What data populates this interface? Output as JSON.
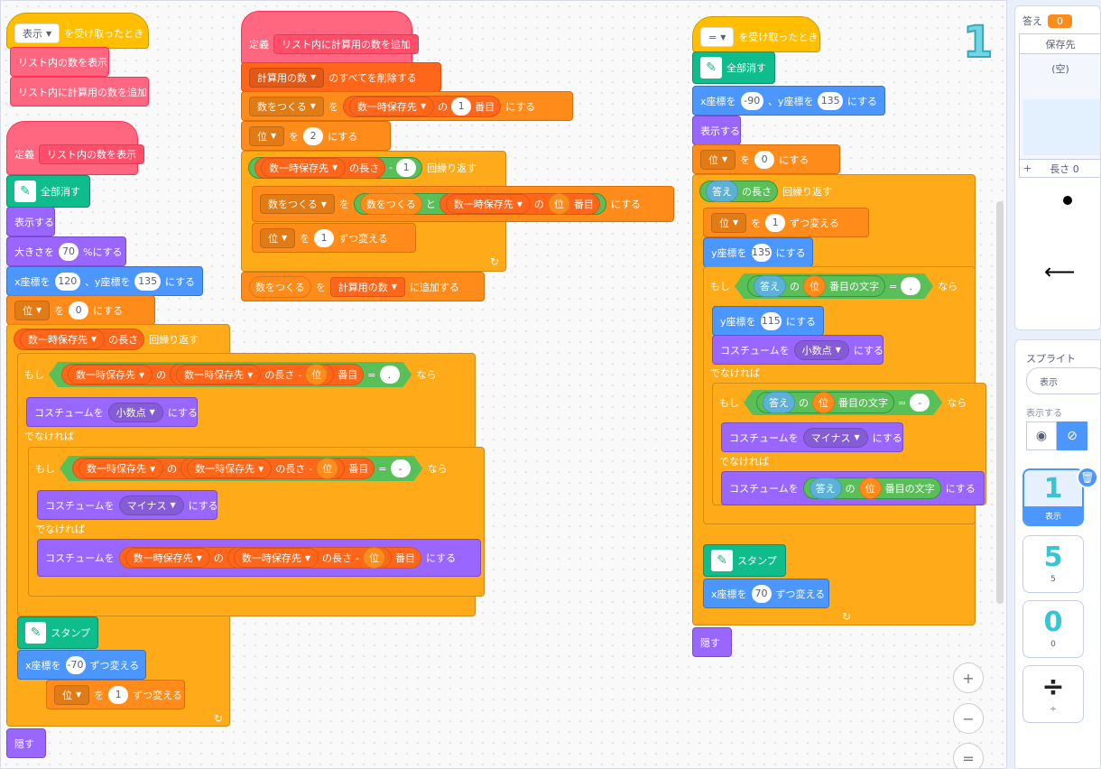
{
  "blocks": {
    "when_receive_label": "を受け取ったとき",
    "msg_show": "表示",
    "msg_eq": "=",
    "def_label": "定義",
    "proc_show": "リスト内の数を表示",
    "proc_add": "リスト内に計算用の数を追加",
    "clear": "全部消す",
    "show": "表示する",
    "hide": "隠す",
    "size_to": "大きさを",
    "size_val": "70",
    "size_pct": "%にする",
    "xto": "x座標を",
    "yto_sep": "、y座標を",
    "set_tail": "にする",
    "set_to": "を",
    "change_by": "ずつ変える",
    "var_place": "位",
    "var_make": "数をつくる",
    "list_temp": "数一時保存先",
    "list_calc": "計算用の数",
    "length_of": "の長さ",
    "repeat": "回繰り返す",
    "if": "もし",
    "then": "なら",
    "else": "でなければ",
    "of": "の",
    "item": "番目",
    "minus": "-",
    "costume_to": "コスチュームを",
    "decimal": "小数点",
    "minus_cos": "マイナス",
    "stamp": "スタンプ",
    "delete_all": "のすべてを削除する",
    "add_to": "に追加する",
    "join": "と",
    "answer": "答え",
    "char_of": "番目の文字",
    "eq": "=",
    "dot": ".",
    "dash": "-",
    "n0": "0",
    "n1": "1",
    "n2": "2",
    "n120": "120",
    "n135": "135",
    "nm70": "-70",
    "nm90": "-90",
    "n115": "115",
    "n70": "70"
  },
  "stage": {
    "answer_label": "答え",
    "answer_value": "0",
    "list_title": "保存先",
    "list_empty": "(空)",
    "list_length": "長さ 0",
    "plus": "+"
  },
  "sprite_panel": {
    "title": "スプライト",
    "name": "表示",
    "show_label": "表示する"
  },
  "sprites": [
    {
      "glyph": "1",
      "name": "表示"
    },
    {
      "glyph": "5",
      "name": "5"
    },
    {
      "glyph": "0",
      "name": "0"
    },
    {
      "glyph": "÷",
      "name": "÷"
    }
  ],
  "canvas_digit": "1"
}
